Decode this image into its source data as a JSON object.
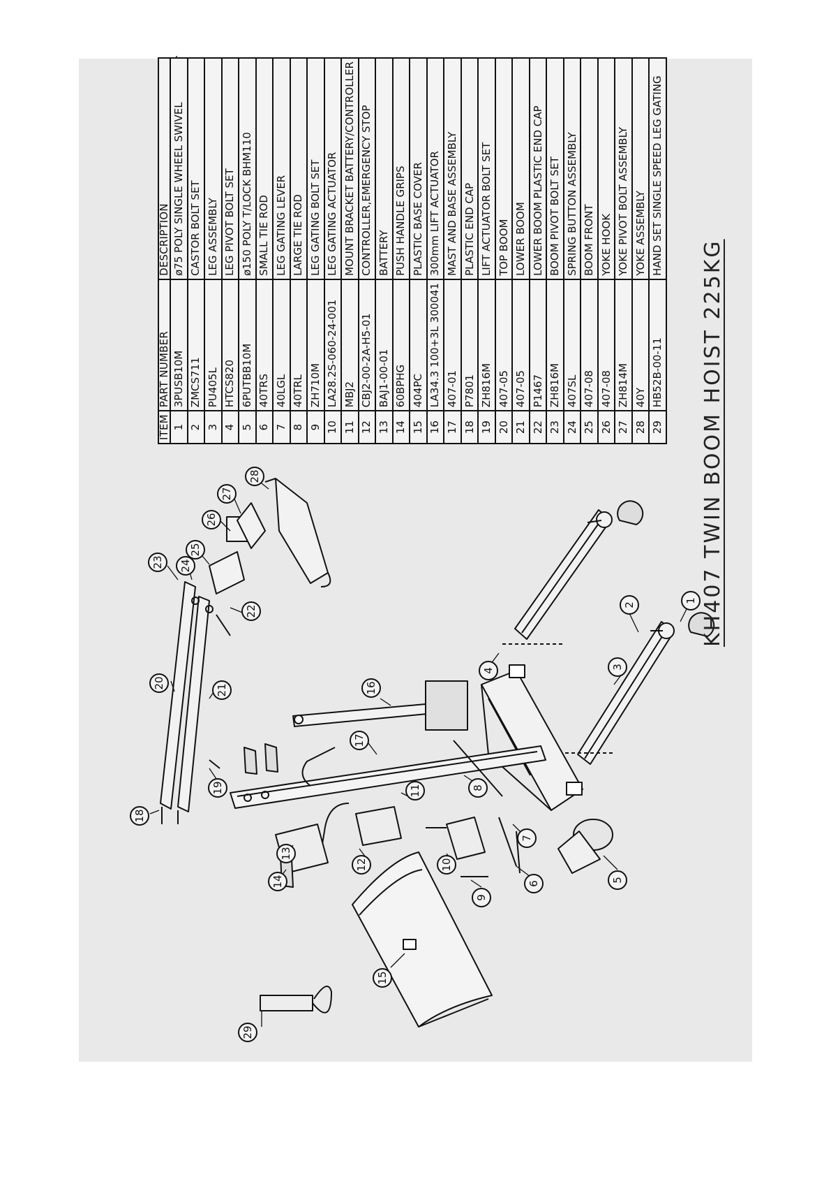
{
  "drawing_title": "KH407  TWIN  BOOM  HOIST  225KG",
  "parts_table": {
    "headers": {
      "item": "ITEM",
      "part_number": "PART NUMBER",
      "description": "DESCRIPTION"
    },
    "rows": [
      {
        "item": "1",
        "part_number": "3PUSB10M",
        "description": "ø75 POLY SINGLE WHEEL SWIVEL"
      },
      {
        "item": "2",
        "part_number": "ZMCS711",
        "description": "CASTOR BOLT SET"
      },
      {
        "item": "3",
        "part_number": "PU405L",
        "description": "LEG ASSEMBLY"
      },
      {
        "item": "4",
        "part_number": "HTCS820",
        "description": "LEG PIVOT BOLT SET"
      },
      {
        "item": "5",
        "part_number": "6PUTBB10M",
        "description": "ø150 POLY T/LOCK BHM110"
      },
      {
        "item": "6",
        "part_number": "40TRS",
        "description": "SMALL TIE ROD"
      },
      {
        "item": "7",
        "part_number": "40LGL",
        "description": "LEG GATING LEVER"
      },
      {
        "item": "8",
        "part_number": "40TRL",
        "description": "LARGE TIE ROD"
      },
      {
        "item": "9",
        "part_number": "ZH710M",
        "description": "LEG GATING BOLT SET"
      },
      {
        "item": "10",
        "part_number": "LA28.2S-060-24-001",
        "description": "LEG GATING ACTUATOR"
      },
      {
        "item": "11",
        "part_number": "MBJ2",
        "description": "MOUNT BRACKET BATTERY/CONTROLLER"
      },
      {
        "item": "12",
        "part_number": "CBJ2-00-2A-H5-01",
        "description": "CONTROLLER,EMERGENCY STOP"
      },
      {
        "item": "13",
        "part_number": "BAJ1-00-01",
        "description": "BATTERY"
      },
      {
        "item": "14",
        "part_number": "60BPHG",
        "description": "PUSH HANDLE GRIPS"
      },
      {
        "item": "15",
        "part_number": "404PC",
        "description": "PLASTIC BASE COVER"
      },
      {
        "item": "16",
        "part_number": "LA34.3 100+3L 300041",
        "description": "300mm LIFT ACTUATOR"
      },
      {
        "item": "17",
        "part_number": "407-01",
        "description": "MAST AND BASE ASSEMBLY"
      },
      {
        "item": "18",
        "part_number": "P7801",
        "description": "PLASTIC END CAP"
      },
      {
        "item": "19",
        "part_number": "ZH816M",
        "description": "LIFT ACTUATOR BOLT SET"
      },
      {
        "item": "20",
        "part_number": "407-05",
        "description": "TOP BOOM"
      },
      {
        "item": "21",
        "part_number": "407-05",
        "description": "LOWER BOOM"
      },
      {
        "item": "22",
        "part_number": "P1467",
        "description": "LOWER BOOM PLASTIC END CAP"
      },
      {
        "item": "23",
        "part_number": "ZH816M",
        "description": "BOOM PIVOT BOLT SET"
      },
      {
        "item": "24",
        "part_number": "407SL",
        "description": "SPRING BUTTON ASSEMBLY"
      },
      {
        "item": "25",
        "part_number": "407-08",
        "description": "BOOM FRONT"
      },
      {
        "item": "26",
        "part_number": "407-08",
        "description": "YOKE HOOK"
      },
      {
        "item": "27",
        "part_number": "ZH814M",
        "description": "YOKE PIVOT BOLT ASSEMBLY"
      },
      {
        "item": "28",
        "part_number": "40Y",
        "description": "YOKE ASSEMBLY"
      },
      {
        "item": "29",
        "part_number": "HB52B-00-11",
        "description": "HAND SET SINGLE SPEED LEG GATING"
      }
    ]
  },
  "balloons": [
    "1",
    "2",
    "3",
    "4",
    "5",
    "6",
    "7",
    "8",
    "9",
    "10",
    "11",
    "12",
    "13",
    "14",
    "15",
    "16",
    "17",
    "18",
    "19",
    "20",
    "21",
    "22",
    "23",
    "24",
    "25",
    "26",
    "27",
    "28",
    "29"
  ]
}
